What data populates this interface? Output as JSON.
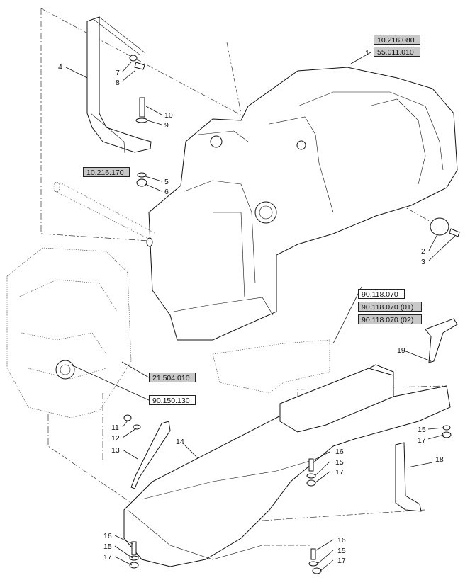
{
  "diagram": {
    "reference_boxes": [
      {
        "id": "ref-10-216-080",
        "text": "10.216.080",
        "style": "grey"
      },
      {
        "id": "ref-55-011-010",
        "text": "55.011.010",
        "style": "grey"
      },
      {
        "id": "ref-10-216-170",
        "text": "10.216.170",
        "style": "grey"
      },
      {
        "id": "ref-90-118-070",
        "text": "90.118.070",
        "style": "white"
      },
      {
        "id": "ref-90-118-070-01",
        "text": "90.118.070 (01)",
        "style": "grey"
      },
      {
        "id": "ref-90-118-070-02",
        "text": "90.118.070 (02)",
        "style": "grey"
      },
      {
        "id": "ref-21-504-010",
        "text": "21.504.010",
        "style": "grey"
      },
      {
        "id": "ref-90-150-130",
        "text": "90.150.130",
        "style": "white"
      }
    ],
    "callouts": [
      "1",
      "2",
      "3",
      "4",
      "5",
      "6",
      "7",
      "8",
      "9",
      "10",
      "11",
      "12",
      "13",
      "14",
      "15",
      "15",
      "15",
      "15",
      "16",
      "16",
      "16",
      "17",
      "17",
      "17",
      "17",
      "18",
      "19"
    ]
  }
}
